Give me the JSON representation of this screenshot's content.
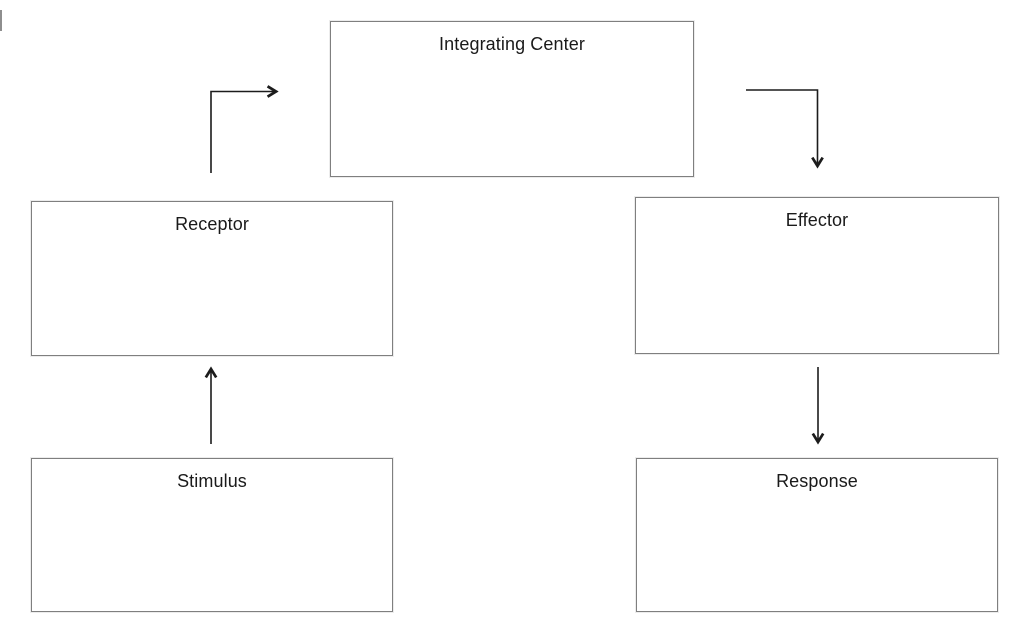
{
  "diagram": {
    "description": "Homeostasis negative feedback loop flow diagram",
    "colors": {
      "background": "#ffffff",
      "box_fill": "#ffffff",
      "box_border": "#7f7f7f",
      "label_text": "#1a1a1a",
      "arrow": "#1c1c1c"
    },
    "nodes": [
      {
        "id": "integrating-center",
        "label": "Integrating Center"
      },
      {
        "id": "receptor",
        "label": "Receptor"
      },
      {
        "id": "effector",
        "label": "Effector"
      },
      {
        "id": "stimulus",
        "label": "Stimulus"
      },
      {
        "id": "response",
        "label": "Response"
      }
    ],
    "arrows": [
      {
        "id": "stimulus-to-receptor",
        "from": "stimulus",
        "to": "receptor",
        "shape": "straight-up"
      },
      {
        "id": "receptor-to-integrating-center",
        "from": "receptor",
        "to": "integrating-center",
        "shape": "elbow-up-right"
      },
      {
        "id": "integrating-center-to-effector",
        "from": "integrating-center",
        "to": "effector",
        "shape": "elbow-right-down"
      },
      {
        "id": "effector-to-response",
        "from": "effector",
        "to": "response",
        "shape": "straight-down"
      }
    ]
  }
}
